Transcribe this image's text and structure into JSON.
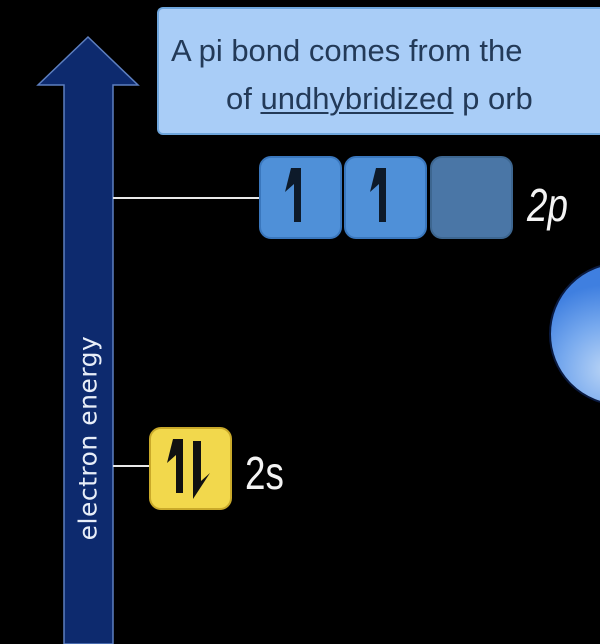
{
  "callout": {
    "line1": "A pi bond comes from the",
    "line2_prefix": "of ",
    "line2_underlined": "undhybridized",
    "line2_suffix": " p orb"
  },
  "axis": {
    "label": "electron energy",
    "icon": "up-arrow-icon"
  },
  "levels": [
    {
      "label": "2p",
      "orbitals": [
        {
          "electrons": "up"
        },
        {
          "electrons": "up"
        },
        {
          "electrons": "empty"
        }
      ]
    },
    {
      "label": "2s",
      "orbitals": [
        {
          "electrons": "pair"
        }
      ]
    }
  ],
  "colors": {
    "arrow": "#0d2a6e",
    "p_orbital": "#4f90d8",
    "s_orbital": "#f2d84c",
    "callout": "#a9cdf7"
  }
}
